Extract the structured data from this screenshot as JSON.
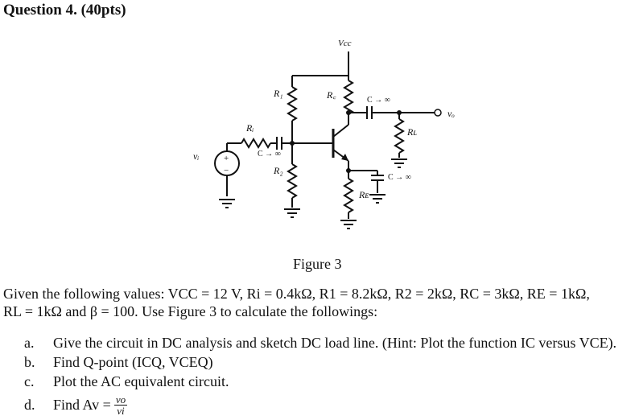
{
  "header": {
    "title": "Question 4. (40pts)"
  },
  "figure": {
    "caption": "Figure 3",
    "labels": {
      "vcc": "Vcc",
      "r1": "R₁",
      "rc": "R꜀",
      "ri": "Rᵢ",
      "r2": "R₂",
      "re": "Rᴇ",
      "rl": "Rʟ",
      "vi": "vᵢ",
      "vo": "vₒ",
      "plus": "+",
      "minus": "−",
      "cap_in": "C → ∞",
      "cap_out": "C → ∞",
      "cap_e": "C → ∞"
    }
  },
  "given": {
    "line1": "Given  the  following  values:  VCC = 12 V, Ri = 0.4kΩ, R1 = 8.2kΩ, R2 = 2kΩ, RC = 3kΩ, RE = 1kΩ,",
    "line2": "RL = 1kΩ and β = 100. Use Figure 3 to calculate the followings:"
  },
  "questions": [
    {
      "marker": "a.",
      "text": "Give the circuit in DC analysis and sketch DC load line. (Hint: Plot the function IC versus VCE)."
    },
    {
      "marker": "b.",
      "text": "Find Q-point (ICQ, VCEQ)"
    },
    {
      "marker": "c.",
      "text": "Plot the AC equivalent circuit."
    },
    {
      "marker": "d.",
      "text": "Find Av =",
      "frac_num": "vo",
      "frac_den": "vi"
    }
  ]
}
